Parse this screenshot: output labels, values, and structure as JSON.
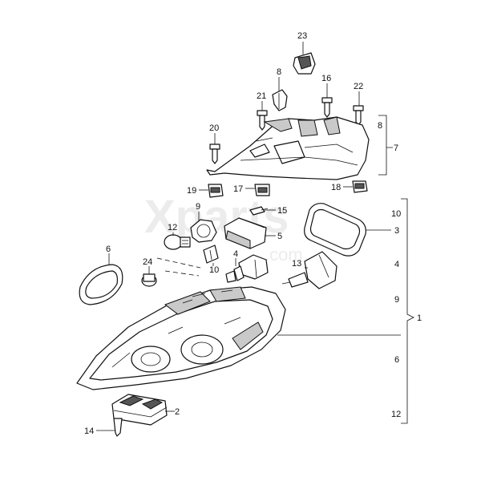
{
  "watermark": {
    "brand": "Xparts",
    "domain": ".com"
  },
  "labels": {
    "p23": "23",
    "p8a": "8",
    "p16": "16",
    "p22": "22",
    "p21": "21",
    "p20": "20",
    "p8b": "8",
    "p7": "7",
    "p19": "19",
    "p17": "17",
    "p18": "18",
    "p9": "9",
    "p15": "15",
    "p10a": "10",
    "p3": "3",
    "p12": "12",
    "p5": "5",
    "p6": "6",
    "p24": "24",
    "p4": "4",
    "p10b": "10",
    "p13": "13",
    "p4r": "4",
    "p9r": "9",
    "p1": "1",
    "p6r": "6",
    "p12r": "12",
    "p2": "2",
    "p14": "14"
  }
}
